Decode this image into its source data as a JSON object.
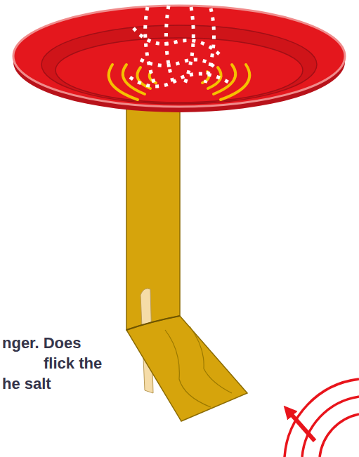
{
  "diagram": {
    "labels": [
      "nger. Does",
      "flick the",
      "he salt"
    ]
  }
}
